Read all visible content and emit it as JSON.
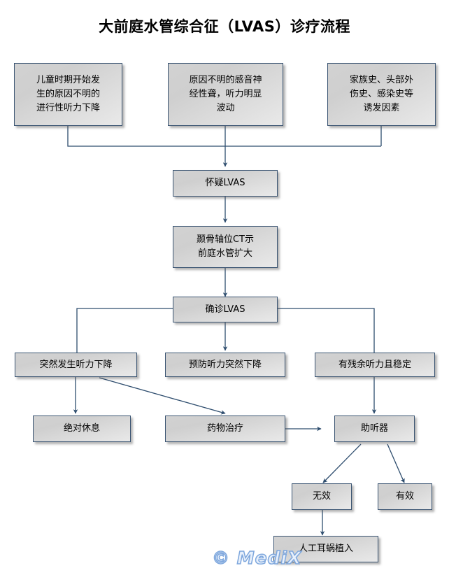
{
  "title": "大前庭水管综合征（LVAS）诊疗流程",
  "watermark": "© MediX",
  "colors": {
    "node_border": "#3a5472",
    "node_fill_light": "#e9e9e9",
    "node_fill_dark": "#cfcfcf",
    "connector": "#2e4d6e",
    "text": "#000000",
    "watermark": "#7ea7dd",
    "background": "#ffffff"
  },
  "nodes": {
    "symptom_progressive": "儿童时期开始发\n生的原因不明的\n进行性听力下降",
    "symptom_fluctuating": "原因不明的感音神\n经性聋，听力明显\n波动",
    "symptom_history": "家族史、头部外\n伤史、感染史等\n诱发因素",
    "suspect_lvas": "怀疑LVAS",
    "ct_finding": "颞骨轴位CT示\n前庭水管扩大",
    "confirm_lvas": "确诊LVAS",
    "sudden_loss": "突然发生听力下降",
    "prevent_sudden_loss": "预防听力突然下降",
    "residual_stable": "有残余听力且稳定",
    "absolute_rest": "绝对休息",
    "drug_therapy": "药物治疗",
    "hearing_aid": "助听器",
    "ineffective": "无效",
    "effective": "有效",
    "cochlear_implant": "人工耳蜗植入"
  },
  "flow_edges": [
    {
      "from": "symptom_progressive",
      "to": "suspect_lvas"
    },
    {
      "from": "symptom_fluctuating",
      "to": "suspect_lvas"
    },
    {
      "from": "symptom_history",
      "to": "suspect_lvas"
    },
    {
      "from": "suspect_lvas",
      "to": "ct_finding"
    },
    {
      "from": "ct_finding",
      "to": "confirm_lvas"
    },
    {
      "from": "confirm_lvas",
      "to": "sudden_loss"
    },
    {
      "from": "confirm_lvas",
      "to": "prevent_sudden_loss"
    },
    {
      "from": "confirm_lvas",
      "to": "residual_stable"
    },
    {
      "from": "sudden_loss",
      "to": "absolute_rest"
    },
    {
      "from": "sudden_loss",
      "to": "drug_therapy"
    },
    {
      "from": "drug_therapy",
      "to": "hearing_aid"
    },
    {
      "from": "residual_stable",
      "to": "hearing_aid"
    },
    {
      "from": "hearing_aid",
      "to": "ineffective"
    },
    {
      "from": "hearing_aid",
      "to": "effective"
    },
    {
      "from": "ineffective",
      "to": "cochlear_implant"
    }
  ]
}
